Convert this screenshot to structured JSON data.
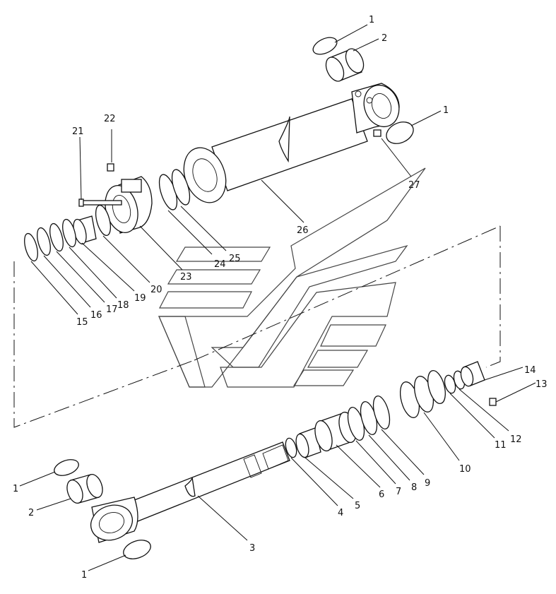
{
  "callouts": [
    {
      "id": "c1a",
      "text": "1"
    },
    {
      "id": "c2a",
      "text": "2"
    },
    {
      "id": "c1b",
      "text": "1"
    },
    {
      "id": "c27",
      "text": "27"
    },
    {
      "id": "c26",
      "text": "26"
    },
    {
      "id": "c22",
      "text": "22"
    },
    {
      "id": "c21",
      "text": "21"
    },
    {
      "id": "c24",
      "text": "24"
    },
    {
      "id": "c25",
      "text": "25"
    },
    {
      "id": "c23",
      "text": "23"
    },
    {
      "id": "c15",
      "text": "15"
    },
    {
      "id": "c16",
      "text": "16"
    },
    {
      "id": "c17",
      "text": "17"
    },
    {
      "id": "c18",
      "text": "18"
    },
    {
      "id": "c19",
      "text": "19"
    },
    {
      "id": "c20",
      "text": "20"
    },
    {
      "id": "c14",
      "text": "14"
    },
    {
      "id": "c13",
      "text": "13"
    },
    {
      "id": "c12",
      "text": "12"
    },
    {
      "id": "c11",
      "text": "11"
    },
    {
      "id": "c10",
      "text": "10"
    },
    {
      "id": "c9",
      "text": "9"
    },
    {
      "id": "c8",
      "text": "8"
    },
    {
      "id": "c7",
      "text": "7"
    },
    {
      "id": "c6",
      "text": "6"
    },
    {
      "id": "c5",
      "text": "5"
    },
    {
      "id": "c4",
      "text": "4"
    },
    {
      "id": "c3",
      "text": "3"
    },
    {
      "id": "c1c",
      "text": "1"
    },
    {
      "id": "c2b",
      "text": "2"
    },
    {
      "id": "c1d",
      "text": "1"
    }
  ],
  "parts": [
    {
      "name": "seal-ring-part-1",
      "label": "1"
    },
    {
      "name": "bushing-part-2",
      "label": "2"
    },
    {
      "name": "piston-rod-part-3",
      "label": "3"
    },
    {
      "name": "ring-part-4",
      "label": "4"
    },
    {
      "name": "spacer-part-5",
      "label": "5"
    },
    {
      "name": "piston-part-6",
      "label": "6"
    },
    {
      "name": "ring-part-7",
      "label": "7"
    },
    {
      "name": "ring-part-8",
      "label": "8"
    },
    {
      "name": "ring-part-9",
      "label": "9"
    },
    {
      "name": "ring-part-10",
      "label": "10"
    },
    {
      "name": "ring-part-11",
      "label": "11"
    },
    {
      "name": "ring-part-12",
      "label": "12"
    },
    {
      "name": "set-screw-part-13",
      "label": "13"
    },
    {
      "name": "nut-part-14",
      "label": "14"
    },
    {
      "name": "wiper-part-15",
      "label": "15"
    },
    {
      "name": "ring-part-16",
      "label": "16"
    },
    {
      "name": "ring-part-17",
      "label": "17"
    },
    {
      "name": "ring-part-18",
      "label": "18"
    },
    {
      "name": "bushing-part-19",
      "label": "19"
    },
    {
      "name": "ring-part-20",
      "label": "20"
    },
    {
      "name": "bolt-part-21",
      "label": "21"
    },
    {
      "name": "grease-fitting-part-22",
      "label": "22"
    },
    {
      "name": "cylinder-head-part-23",
      "label": "23"
    },
    {
      "name": "o-ring-part-24",
      "label": "24"
    },
    {
      "name": "backup-ring-part-25",
      "label": "25"
    },
    {
      "name": "cylinder-tube-part-26",
      "label": "26"
    },
    {
      "name": "grease-fitting-part-27",
      "label": "27"
    }
  ]
}
